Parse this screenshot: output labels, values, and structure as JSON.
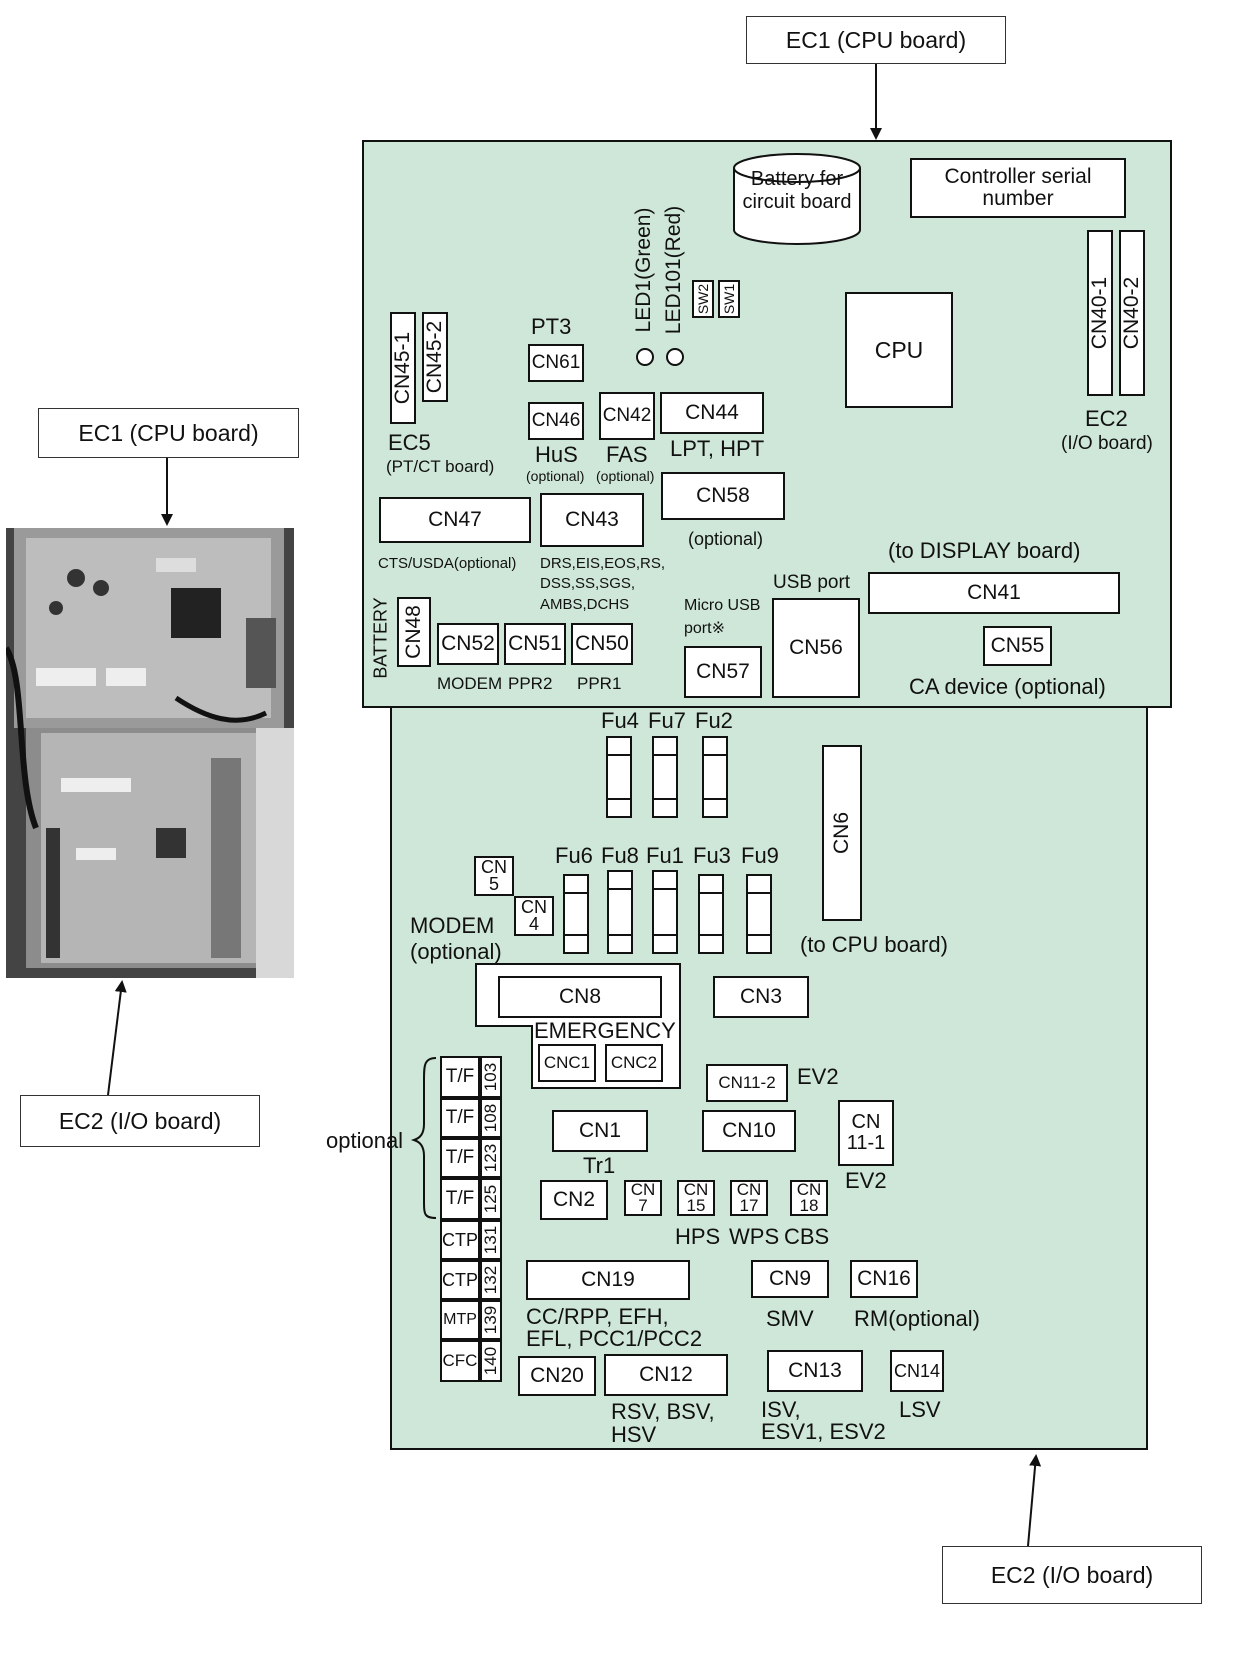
{
  "callouts": {
    "top_right": "EC1 (CPU board)",
    "left_top": "EC1 (CPU board)",
    "left_bottom": "EC2 (I/O board)",
    "bottom_right": "EC2 (I/O board)"
  },
  "cpu_board": {
    "battery": "Battery for circuit board",
    "serial": "Controller serial number",
    "led1": "LED1(Green)",
    "led101": "LED101(Red)",
    "sw2": "SW2",
    "sw1": "SW1",
    "cpu": "CPU",
    "cn40_1": "CN40-1",
    "cn40_2": "CN40-2",
    "ec2_label": "EC2",
    "io_board": "(I/O board)",
    "cn45_1": "CN45-1",
    "cn45_2": "CN45-2",
    "ec5": "EC5",
    "ptct": "(PT/CT board)",
    "pt3": "PT3",
    "cn61": "CN61",
    "cn46": "CN46",
    "hus": "HuS",
    "hus_opt": "(optional)",
    "cn42": "CN42",
    "fas": "FAS",
    "fas_opt": "(optional)",
    "cn44": "CN44",
    "lpt_hpt": "LPT, HPT",
    "cn58": "CN58",
    "cn58_opt": "(optional)",
    "cn47": "CN47",
    "cts": "CTS/USDA(optional)",
    "cn43": "CN43",
    "cn43_l1": "DRS,EIS,EOS,RS,",
    "cn43_l2": "DSS,SS,SGS,",
    "cn43_l3": "AMBS,DCHS",
    "to_display": "(to DISPLAY board)",
    "cn41": "CN41",
    "usb_port": "USB port",
    "micro_usb_1": "Micro USB",
    "micro_usb_2": "port※",
    "cn56": "CN56",
    "cn57": "CN57",
    "cn55": "CN55",
    "ca_device": "CA device (optional)",
    "battery_v": "BATTERY",
    "cn48": "CN48",
    "cn52": "CN52",
    "modem": "MODEM",
    "cn51": "CN51",
    "ppr2": "PPR2",
    "cn50": "CN50",
    "ppr1": "PPR1"
  },
  "io_board": {
    "fu4": "Fu4",
    "fu7": "Fu7",
    "fu2": "Fu2",
    "fu6": "Fu6",
    "fu8": "Fu8",
    "fu1": "Fu1",
    "fu3": "Fu3",
    "fu9": "Fu9",
    "cn6": "CN6",
    "to_cpu": "(to CPU board)",
    "cn5_a": "CN",
    "cn5_b": "5",
    "cn4_a": "CN",
    "cn4_b": "4",
    "modem": "MODEM",
    "modem_opt": "(optional)",
    "cn8": "CN8",
    "cn3": "CN3",
    "emergency": "EMERGENCY",
    "cnc1": "CNC1",
    "cnc2": "CNC2",
    "cn11_2": "CN11-2",
    "ev2_a": "EV2",
    "cn11_1_a": "CN",
    "cn11_1_b": "11-1",
    "ev2_b": "EV2",
    "cn1": "CN1",
    "cn10": "CN10",
    "tr1": "Tr1",
    "cn2": "CN2",
    "cn7_a": "CN",
    "cn7_b": "7",
    "cn15_a": "CN",
    "cn15_b": "15",
    "cn17_a": "CN",
    "cn17_b": "17",
    "cn18_a": "CN",
    "cn18_b": "18",
    "hps": "HPS",
    "wps": "WPS",
    "cbs": "CBS",
    "optional": "optional",
    "tf": "T/F",
    "t103": "103",
    "t108": "108",
    "t123": "123",
    "t125": "125",
    "ctp": "CTP",
    "t131": "131",
    "t132": "132",
    "mtp": "MTP",
    "t139": "139",
    "cfc": "CFC",
    "t140": "140",
    "cn19": "CN19",
    "cn19_l1": "CC/RPP, EFH,",
    "cn19_l2": "EFL, PCC1/PCC2",
    "cn9": "CN9",
    "smv": "SMV",
    "cn16": "CN16",
    "rm": "RM(optional)",
    "cn20": "CN20",
    "cn12": "CN12",
    "cn12_l1": "RSV, BSV,",
    "cn12_l2": "HSV",
    "cn13": "CN13",
    "cn13_l1": "ISV,",
    "cn13_l2": "ESV1, ESV2",
    "cn14": "CN14",
    "lsv": "LSV"
  }
}
